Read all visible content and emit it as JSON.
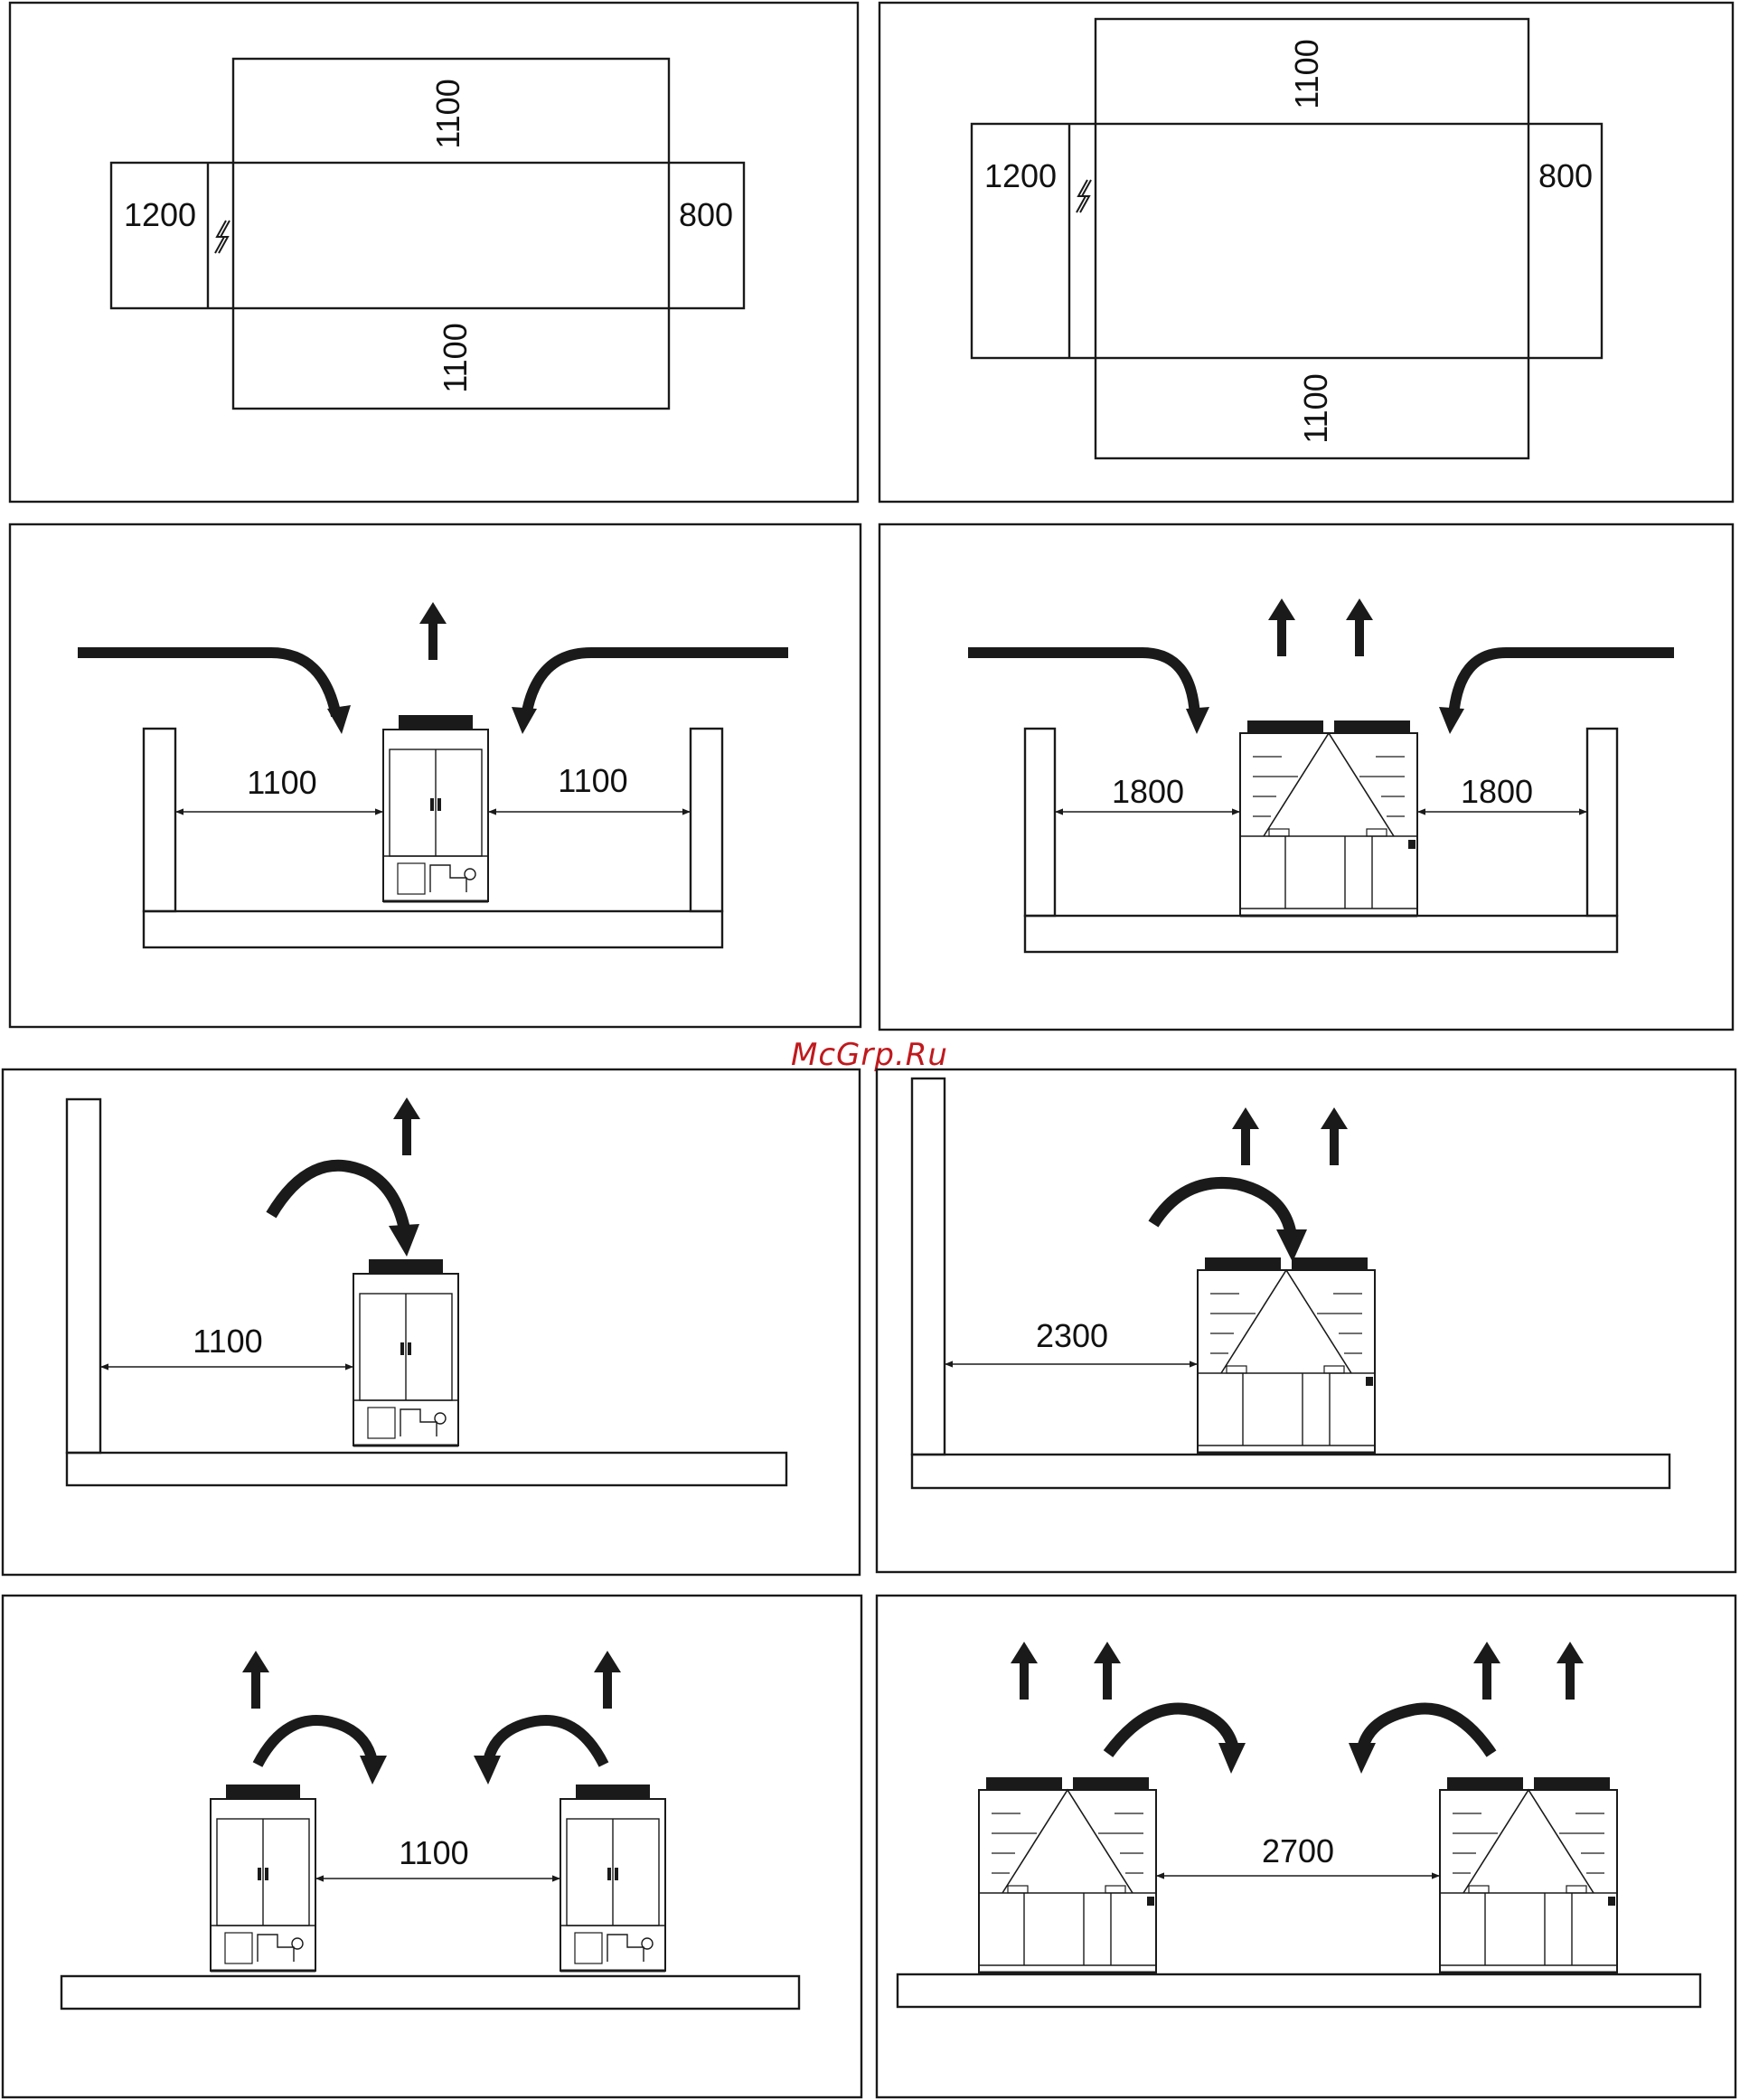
{
  "watermark": "McGrp.Ru",
  "colors": {
    "line": "#1a1a1a",
    "watermark": "#c0191d",
    "background": "#ffffff"
  },
  "panels": {
    "p1": {
      "top": "1100",
      "bottom": "1100",
      "left": "1200",
      "right": "800",
      "icon": "electrical-panel-icon"
    },
    "p2": {
      "top": "1100",
      "bottom": "1100",
      "left": "1200",
      "right": "800",
      "icon": "electrical-panel-icon"
    },
    "p3": {
      "left": "1100",
      "right": "1100"
    },
    "p4": {
      "left": "1800",
      "right": "1800"
    },
    "p5": {
      "wall": "1100"
    },
    "p6": {
      "wall": "2300"
    },
    "p7": {
      "between": "1100"
    },
    "p8": {
      "between": "2700"
    }
  }
}
